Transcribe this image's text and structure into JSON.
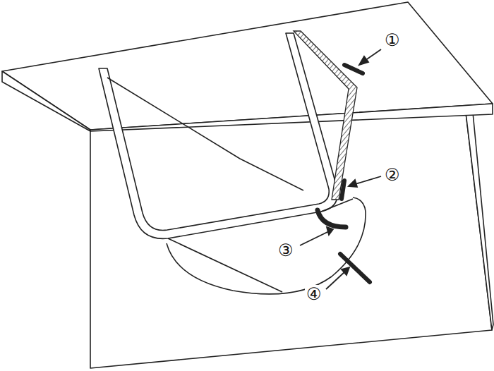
{
  "diagram": {
    "labels": [
      "①",
      "②",
      "③",
      "④"
    ]
  }
}
